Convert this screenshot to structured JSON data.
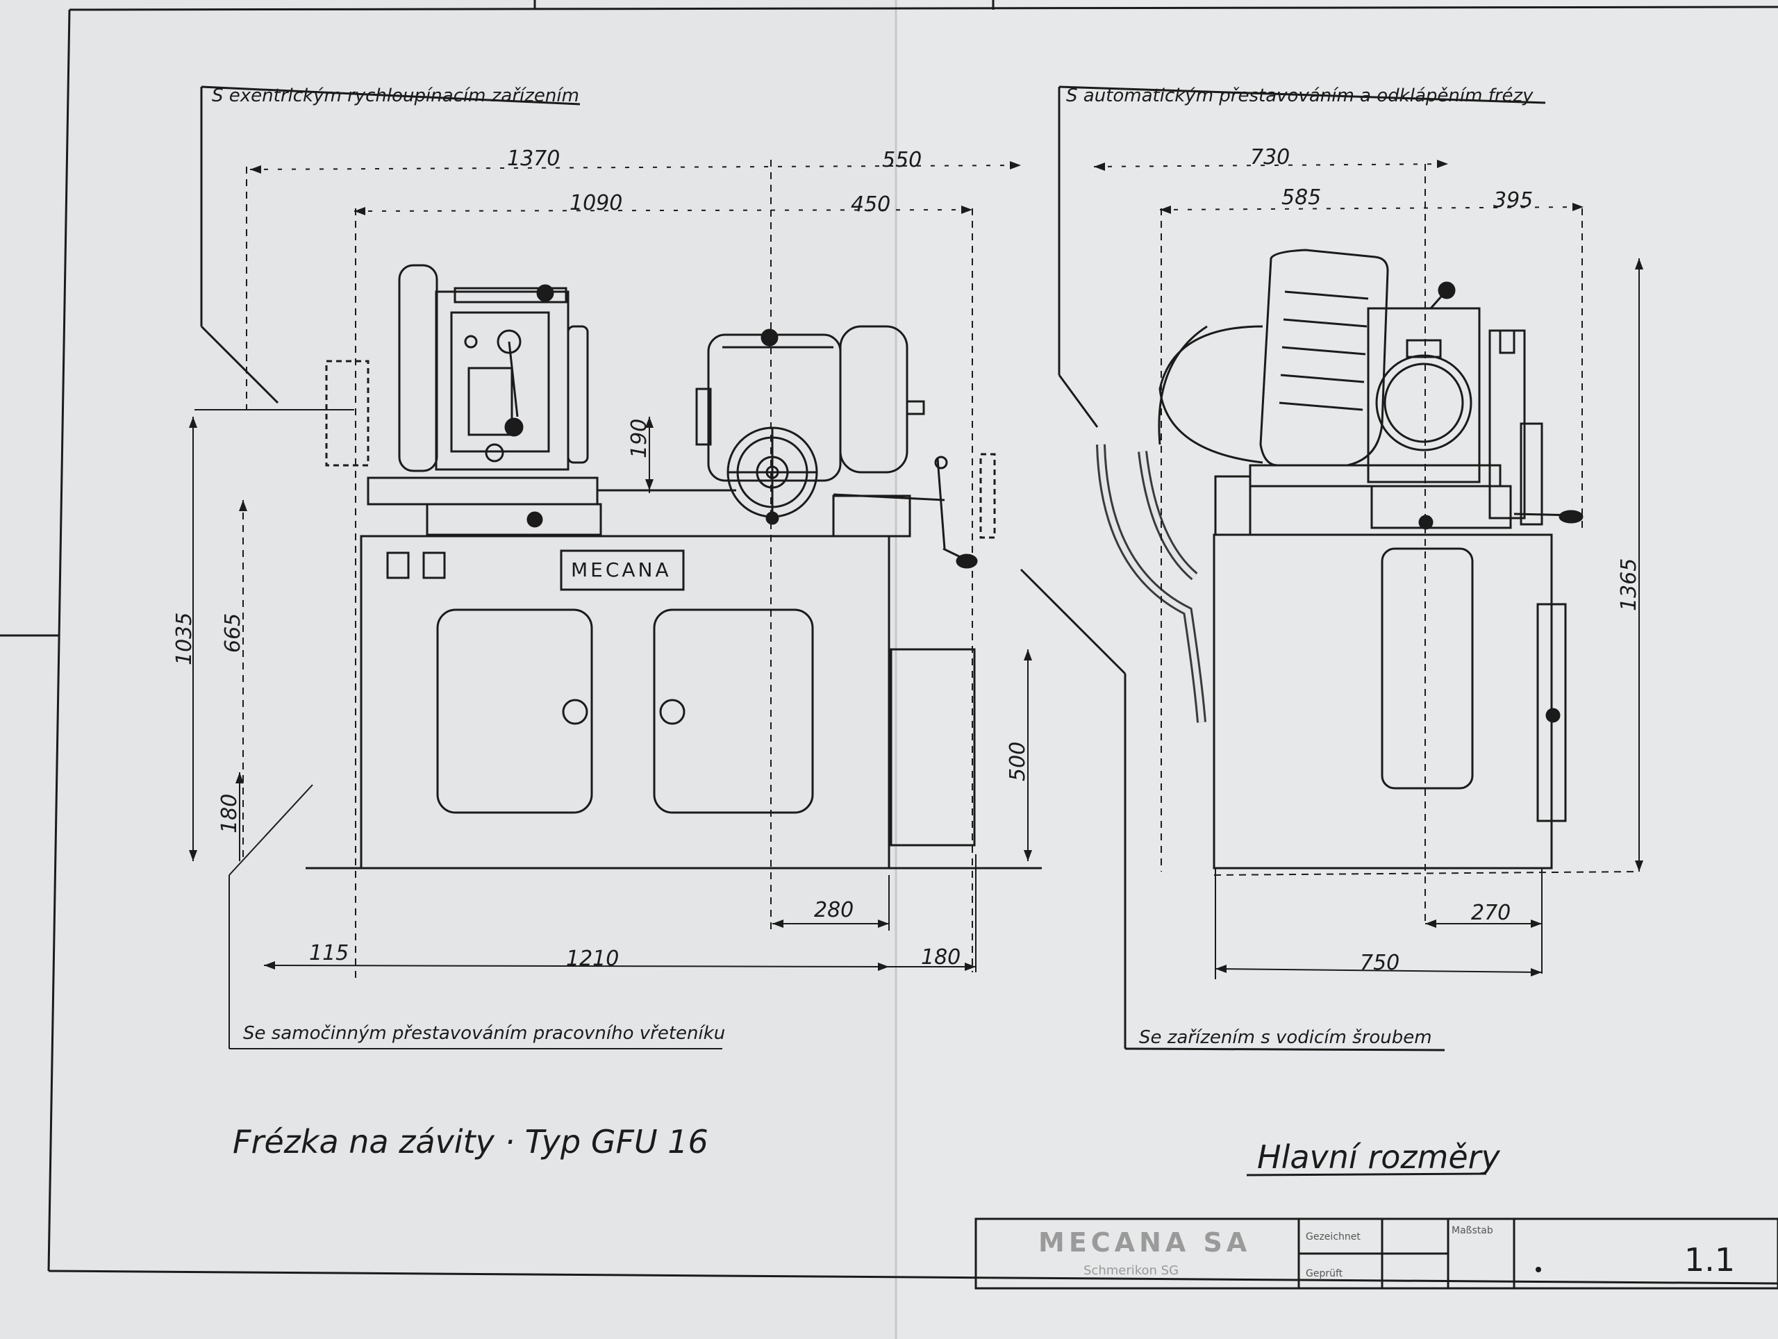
{
  "labels": {
    "top_left": "S exentrickým rychloupínacím zařízením",
    "top_right": "S automatickým přestavováním a odklápěním frézy",
    "bottom_left": "Se samočinným přestavováním pracovního vřeteníku",
    "bottom_right": "Se zařízením s vodicím šroubem",
    "main_title": "Frézka na závity · Typ GFU 16",
    "subtitle": "Hlavní rozměry"
  },
  "machine_nameplate": "MECANA",
  "dimensions": {
    "d1370": "1370",
    "d1090": "1090",
    "d550": "550",
    "d450": "450",
    "d190": "190",
    "d1035": "1035",
    "d665": "665",
    "d180v": "180",
    "d500": "500",
    "d280": "280",
    "d115": "115",
    "d1210": "1210",
    "d180h": "180",
    "d730": "730",
    "d585": "585",
    "d395": "395",
    "d1365": "1365",
    "d270": "270",
    "d750": "750"
  },
  "title_block": {
    "company": "MECANA SA",
    "city": "Schmerikon SG",
    "drawn_label": "Gezeichnet",
    "checked_label": "Geprüft",
    "scale_label": "Maßstab",
    "sheet_number": "1.1"
  }
}
